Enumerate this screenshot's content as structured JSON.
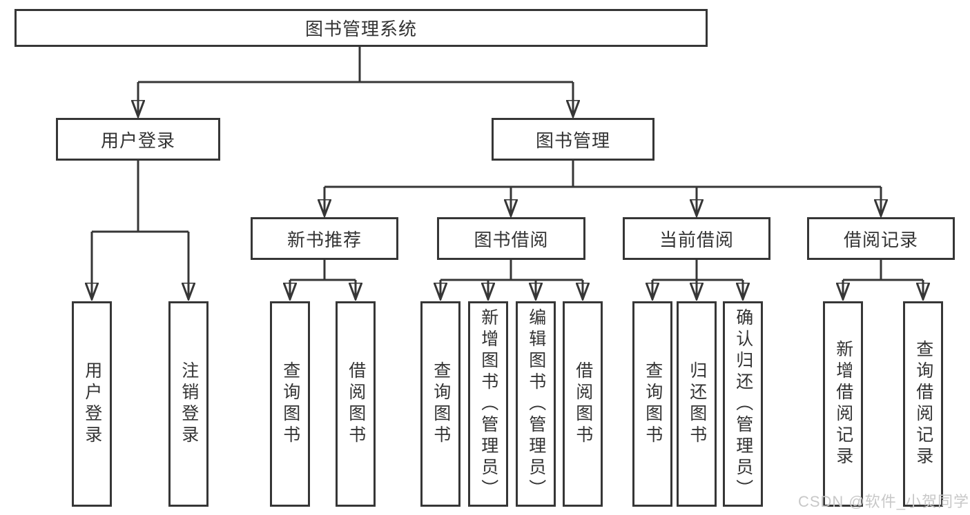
{
  "watermark": "CSDN @软件_小贺同学",
  "colors": {
    "line": "#363636",
    "border": "#363636",
    "text": "#333333",
    "background": "#ffffff",
    "watermark": "#c8c8c8"
  },
  "tree": {
    "root": {
      "label": "图书管理系统"
    },
    "branches": [
      {
        "label": "用户登录",
        "children": [
          {
            "label": "用户登录"
          },
          {
            "label": "注销登录"
          }
        ]
      },
      {
        "label": "图书管理",
        "children": [
          {
            "label": "新书推荐",
            "children": [
              {
                "label": "查询图书"
              },
              {
                "label": "借阅图书"
              }
            ]
          },
          {
            "label": "图书借阅",
            "children": [
              {
                "label": "查询图书"
              },
              {
                "label": "新增图书（管理员）"
              },
              {
                "label": "编辑图书（管理员）"
              },
              {
                "label": "借阅图书"
              }
            ]
          },
          {
            "label": "当前借阅",
            "children": [
              {
                "label": "查询图书"
              },
              {
                "label": "归还图书"
              },
              {
                "label": "确认归还（管理员）"
              }
            ]
          },
          {
            "label": "借阅记录",
            "children": [
              {
                "label": "新增借阅记录"
              },
              {
                "label": "查询借阅记录"
              }
            ]
          }
        ]
      }
    ]
  }
}
